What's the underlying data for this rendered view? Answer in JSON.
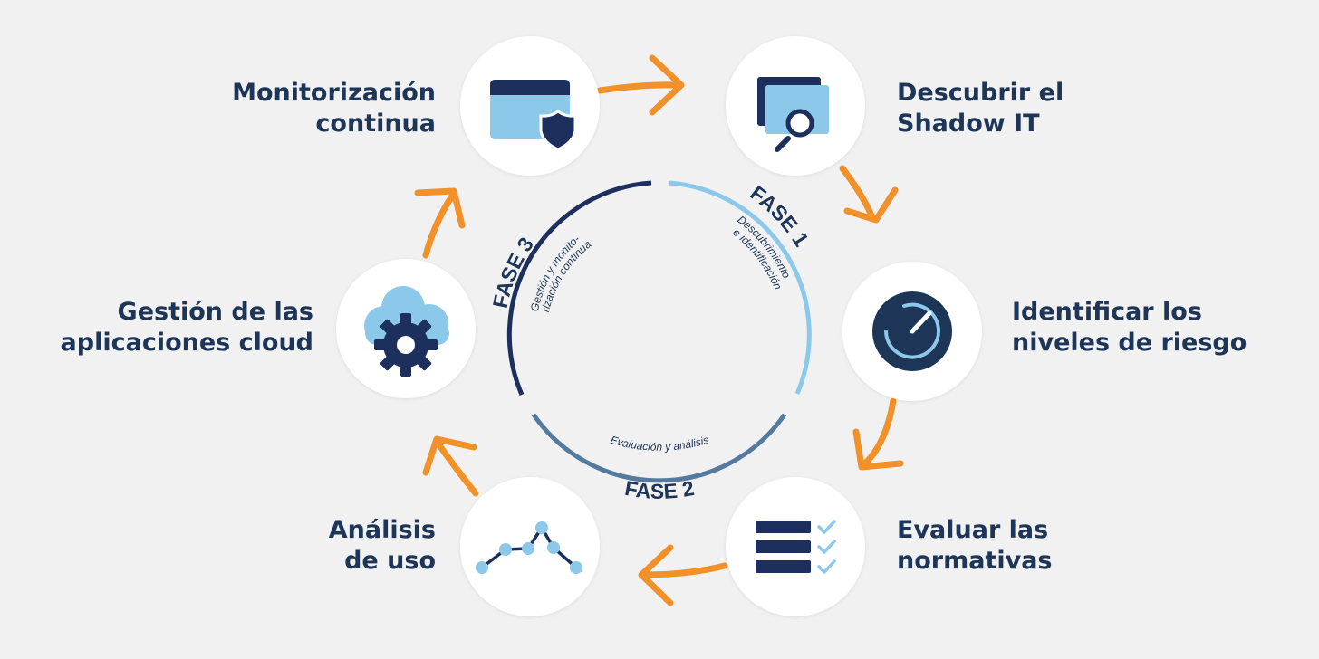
{
  "steps": {
    "monitorizacion": {
      "line1": "Monitorización",
      "line2": "continua",
      "icon": "browser-shield-icon"
    },
    "descubrir": {
      "line1": "Descubrir el",
      "line2": "Shadow IT",
      "icon": "window-search-icon"
    },
    "identificar": {
      "line1": "Identificar los",
      "line2": "niveles de riesgo",
      "icon": "gauge-icon"
    },
    "evaluar": {
      "line1": "Evaluar las",
      "line2": "normativas",
      "icon": "checklist-icon"
    },
    "analisis": {
      "line1": "Análisis",
      "line2": "de uso",
      "icon": "line-graph-icon"
    },
    "gestion": {
      "line1": "Gestión de las",
      "line2": "aplicaciones cloud",
      "icon": "cloud-gear-icon"
    }
  },
  "phases": {
    "fase1": {
      "title": "FASE 1",
      "sub1": "Descubrimiento",
      "sub2": "e identificación",
      "color": "#8cc8ea"
    },
    "fase2": {
      "title": "FASE 2",
      "sub1": "Evaluación y análisis",
      "color": "#557aa0"
    },
    "fase3": {
      "title": "FASE 3",
      "sub1": "Gestión y monito-",
      "sub2": "rización continua",
      "color": "#1d2f5c"
    }
  },
  "colors": {
    "navy": "#1d3557",
    "light_blue": "#8cc8ea",
    "orange": "#f2902a",
    "background": "#f1f1f1"
  }
}
